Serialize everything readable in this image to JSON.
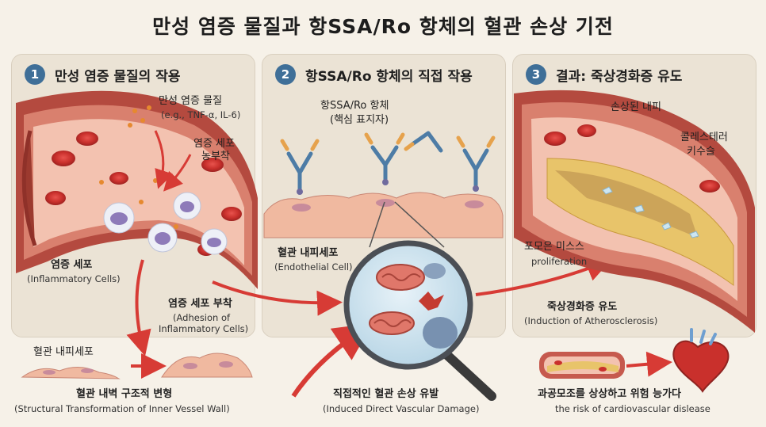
{
  "title": "만성 염증 물질과 항SSA/Ro 항체의 혈관 손상 기전",
  "colors": {
    "vessel": "#c65a4e",
    "lumen": "#f2b9a8",
    "rbc": "#c9302c",
    "arrow": "#d73b35",
    "badge": "#3f6f98",
    "plaque": "#e8c46a"
  },
  "panels": [
    {
      "number": "1",
      "title": "만성 염증 물질의 작용"
    },
    {
      "number": "2",
      "title": "항SSA/Ro 항체의 직접 작용"
    },
    {
      "number": "3",
      "title": "결과: 죽상경화증 유도"
    }
  ],
  "labels": {
    "cytokine": "만성 염증 물질",
    "cytokine_sub": "(e.g., TNF-α, IL-6)",
    "adhesion_short_1": "염증 세포",
    "adhesion_short_2": "농부착",
    "inflam_cells": "염증 세포",
    "inflam_cells_en": "(Inflammatory Cells)",
    "adhesion": "염증 세포 부착",
    "adhesion_en_1": "(Adhesion of",
    "adhesion_en_2": "Inflammatory Cells)",
    "endo_left": "혈관 내피세포",
    "structural": "혈관 내벽 구조적 변형",
    "structural_en": "(Structural Transformation of Inner Vessel Wall)",
    "antibody": "항SSA/Ro 항체",
    "antibody_sub": "(핵심 표지자)",
    "endo_mid": "혈관 내피세포",
    "endo_mid_en": "(Endothelial Cell)",
    "direct_damage": "직접적인 혈관 손상 유발",
    "direct_damage_en": "(Induced Direct Vascular Damage)",
    "damaged": "손상된 내피",
    "cholesterol_1": "콜레스테러",
    "cholesterol_2": "키수슬",
    "foam_1": "포모은 미스스",
    "foam_2": "proliferation",
    "athero": "죽상경화증 유도",
    "athero_en": "(Induction of Atherosclerosis)",
    "risk": "과공모조를 상상하고 위험 능가다",
    "risk_en": "the risk of cardiovascular dislease"
  },
  "icons": [
    "red-blood-cell-icon",
    "white-blood-cell-icon",
    "antibody-icon",
    "magnifier-icon",
    "mitochondria-icon",
    "heart-icon",
    "arrow-icon"
  ]
}
